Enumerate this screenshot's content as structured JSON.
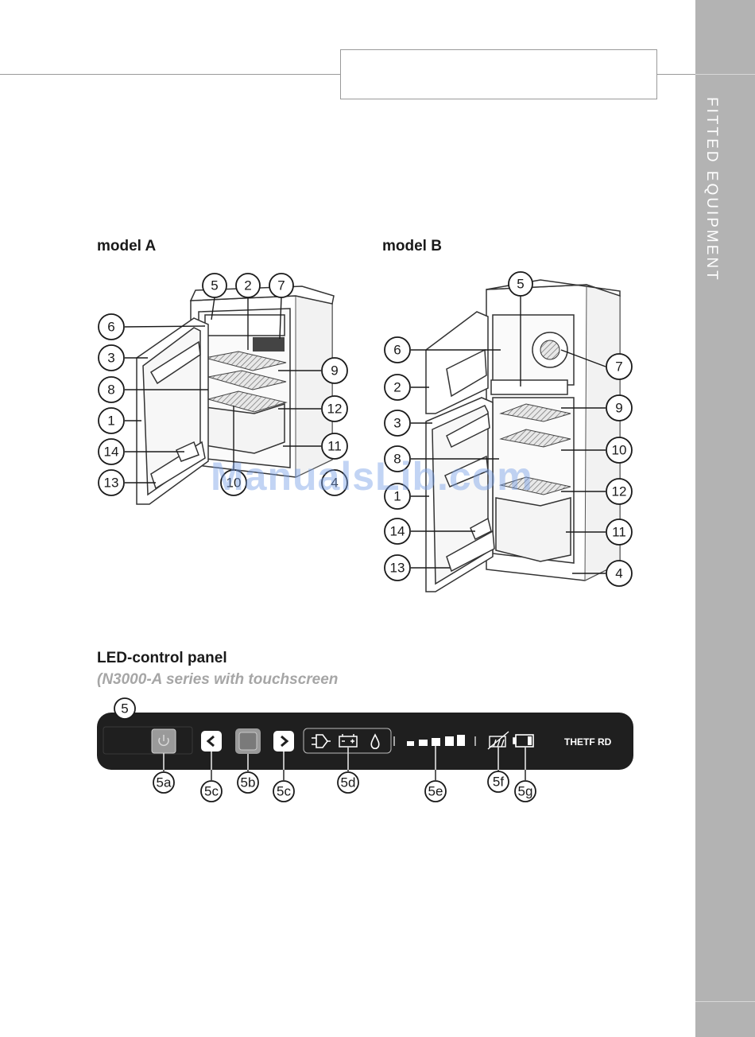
{
  "side_tab": {
    "label": "FITTED EQUIPMENT"
  },
  "model_a": {
    "heading": "model A",
    "callouts": [
      "5",
      "2",
      "7",
      "6",
      "3",
      "8",
      "1",
      "14",
      "13",
      "9",
      "12",
      "11",
      "10",
      "4"
    ]
  },
  "model_b": {
    "heading": "model B",
    "callouts": [
      "5",
      "6",
      "2",
      "3",
      "8",
      "1",
      "14",
      "13",
      "7",
      "9",
      "10",
      "12",
      "11",
      "4"
    ]
  },
  "panel_section": {
    "heading": "LED-control panel",
    "subheading": "(N3000-A series with touchscreen",
    "panel_callout": "5",
    "brand": "THETF RD",
    "labels": [
      "5a",
      "5c",
      "5b",
      "5c",
      "5d",
      "5e",
      "5f",
      "5g"
    ]
  },
  "watermark": "ManualsLib.com",
  "icons": [
    "power-icon",
    "chevron-left-icon",
    "square-button-icon",
    "chevron-right-icon",
    "plug-icon",
    "battery-icon",
    "gas-drop-icon",
    "level-bars-icon",
    "no-gas-icon",
    "battery-low-icon"
  ]
}
